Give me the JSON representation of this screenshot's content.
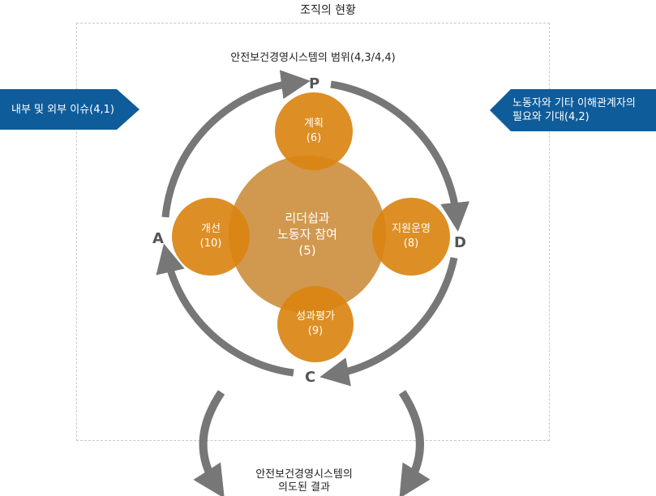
{
  "header": {
    "title": "조직의 현황"
  },
  "scope": {
    "title": "안전보건경영시스템의 범위(4,3/4,4)"
  },
  "left_input": {
    "text": "내부 및 외부 이슈(4,1)"
  },
  "right_input": {
    "line1": "노동자와 기타 이해관계자의",
    "line2": "필요와 기대(4,2)"
  },
  "pdca": {
    "p": "P",
    "d": "D",
    "c": "C",
    "a": "A"
  },
  "center": {
    "line1": "리더쉽과",
    "line2": "노동자 참여",
    "line3": "(5)"
  },
  "nodes": {
    "plan": {
      "label": "계획",
      "num": "(6)"
    },
    "support": {
      "label": "지원운영",
      "num": "(8)"
    },
    "evaluation": {
      "label": "성과평가",
      "num": "(9)"
    },
    "improvement": {
      "label": "개선",
      "num": "(10)"
    }
  },
  "outcome": {
    "line1": "안전보건경영시스템의",
    "line2": "의도된 결과"
  },
  "colors": {
    "node": "#da8412",
    "center": "#cf9446",
    "arrow": "#777777",
    "blue": "#0f5c9a"
  }
}
